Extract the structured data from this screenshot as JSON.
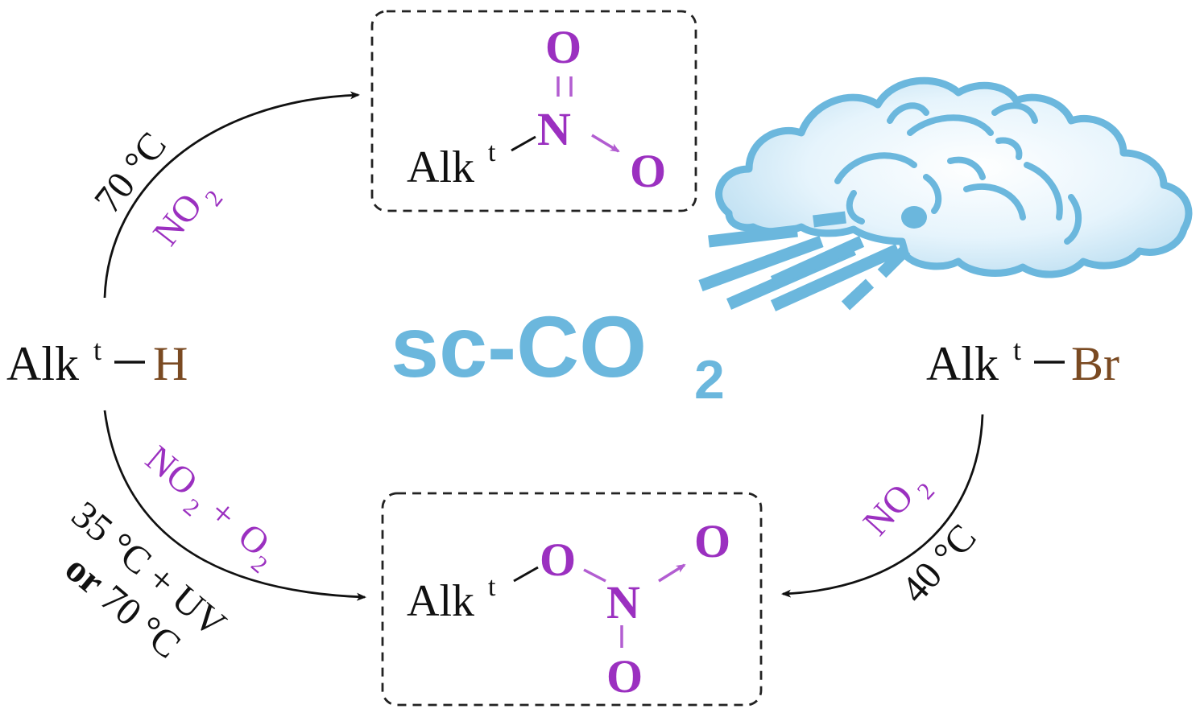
{
  "colors": {
    "black": "#111111",
    "purple": "#9b30c0",
    "brown": "#7a4a22",
    "sky": "#6bb7dd",
    "cloud_fill": "#dff1fb"
  },
  "left_reactant": {
    "base": "Alk",
    "sup": "t",
    "bond": "−",
    "atom": "H"
  },
  "right_reactant": {
    "base": "Alk",
    "sup": "t",
    "bond": "−",
    "atom": "Br"
  },
  "solvent": {
    "prefix": "sc-CO",
    "sub": "2"
  },
  "top_product": {
    "base": "Alk",
    "sup": "t",
    "n": "N",
    "o_top": "O",
    "o_right": "O"
  },
  "bottom_product": {
    "base": "Alk",
    "sup": "t",
    "o_left": "O",
    "n": "N",
    "o_right": "O",
    "o_bottom": "O"
  },
  "arrow_top_left": {
    "temp": "70 °C",
    "reagent": "NO",
    "reagent_sub": "2"
  },
  "arrow_bottom_left": {
    "reagent_a": "NO",
    "reagent_a_sub": "2",
    "plus": " + ",
    "reagent_b": "O",
    "reagent_b_sub": "2",
    "cond1": "35 °C + UV",
    "cond2_bold": "or",
    "cond2_rest": " 70 °C"
  },
  "arrow_right": {
    "reagent": "NO",
    "reagent_sub": "2",
    "temp": "40 °C"
  }
}
